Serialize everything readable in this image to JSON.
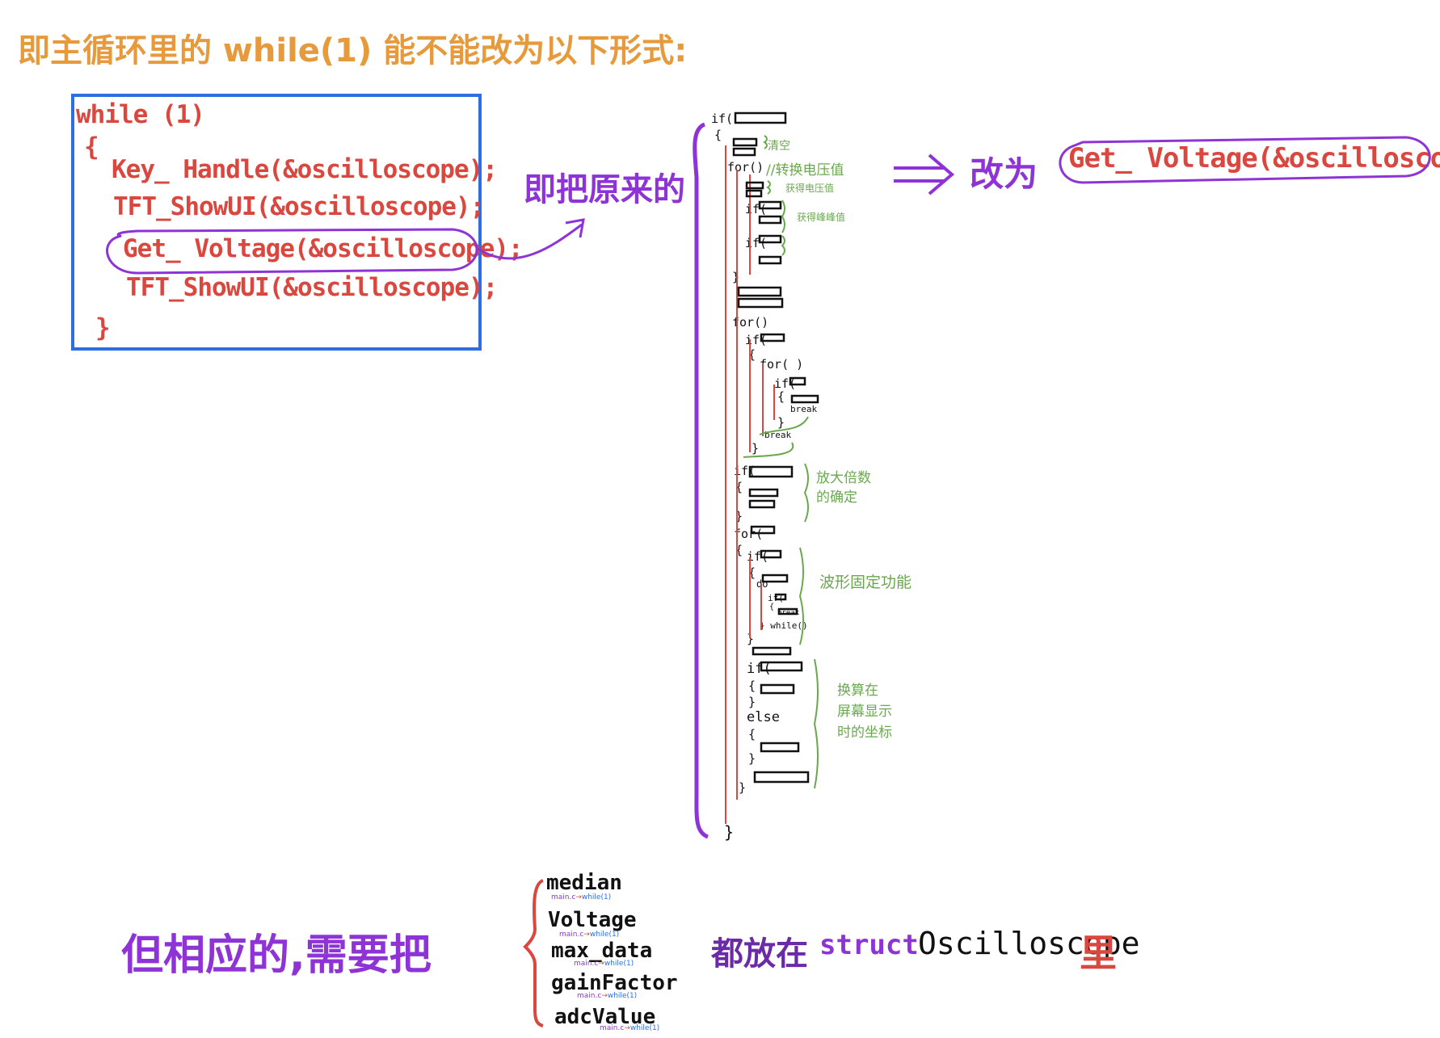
{
  "title": "即主循环里的 while(1) 能不能改为以下形式:",
  "code_box": {
    "lines": [
      "while (1)",
      "{",
      "Key_ Handle(&oscilloscope);",
      "TFT_ShowUI(&oscilloscope);",
      "Get_ Voltage(&oscilloscope);",
      "TFT_ShowUI(&oscilloscope);",
      "}"
    ]
  },
  "label_original": "即把原来的",
  "change_to": "改为",
  "replacement": "Get_ Voltage(&oscilloscope);",
  "outline": {
    "lines": [
      "if(",
      "{",
      "for()",
      "if(",
      "if(",
      "}",
      "for()",
      "if(",
      "{",
      "for( )",
      "if(",
      "{",
      "break",
      "}",
      "break",
      "}",
      "if(",
      "{",
      "}",
      "for(",
      "{",
      "if(",
      "{",
      "do",
      "if(",
      "{",
      "break",
      "} while()",
      "}",
      "if(",
      "{",
      "}",
      "else",
      "{",
      "}",
      "}",
      "}"
    ],
    "annotations": [
      "清空",
      "//转换电压值",
      "获得电压值",
      "获得峰峰值",
      "放大倍数\n的确定",
      "波形固定功能",
      "换算在\n屏幕显示\n时的坐标"
    ]
  },
  "bottom": {
    "prefix": "但相应的,需要把",
    "vars": [
      "median",
      "Voltage",
      "max_data",
      "gainFactor",
      "adcValue"
    ],
    "var_sub_from": "main.c",
    "var_sub_to": "while(1)",
    "suffix_a": "都放在",
    "suffix_b": "struct",
    "suffix_c": "Oscilloscope",
    "suffix_d": "里"
  },
  "colors": {
    "title": "#e69a3c",
    "code": "#d9473f",
    "purple": "#8e34d6",
    "green": "#6aa84f",
    "box": "#2d6fe0"
  }
}
